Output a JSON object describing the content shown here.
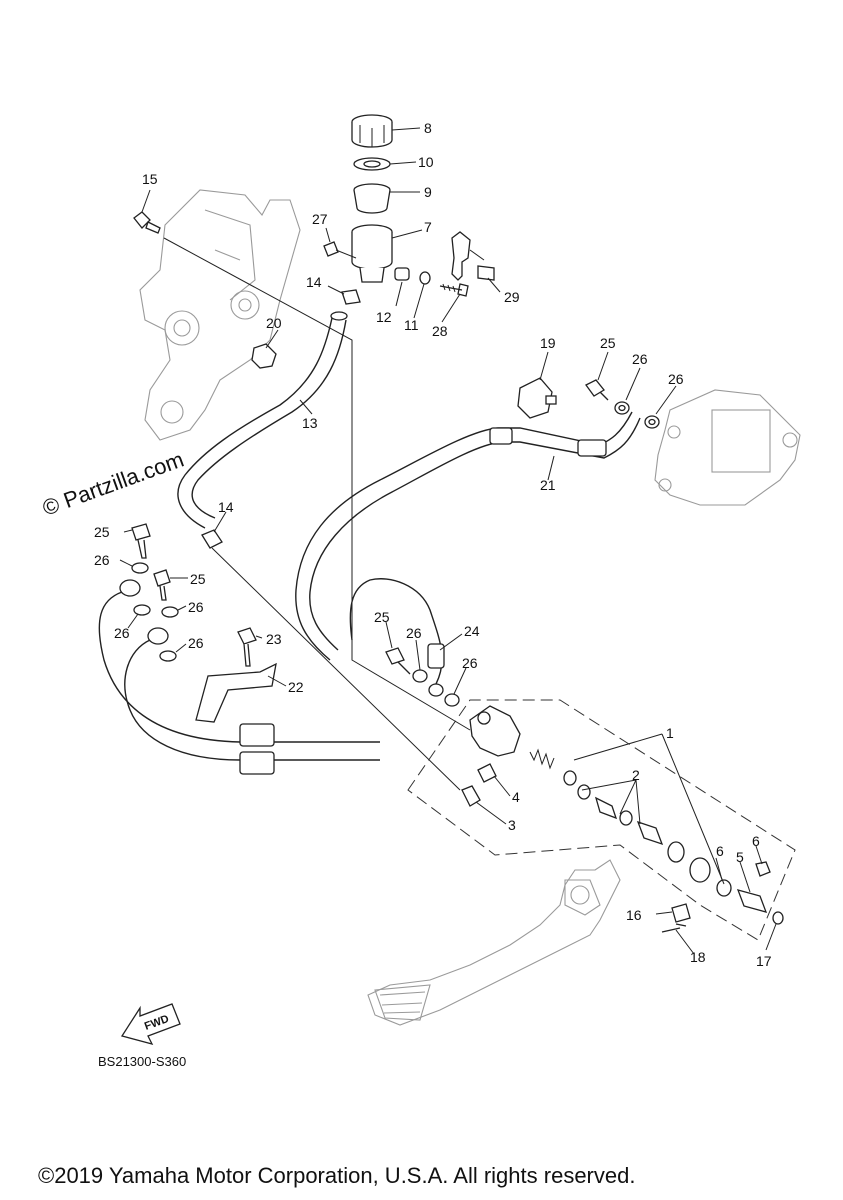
{
  "watermark": "© Partzilla.com",
  "diagram_code": "BS21300-S360",
  "fwd_label": "FWD",
  "copyright": "©2019 Yamaha Motor Corporation, U.S.A. All rights reserved.",
  "callouts": [
    {
      "id": "c8",
      "label": "8"
    },
    {
      "id": "c10",
      "label": "10"
    },
    {
      "id": "c9",
      "label": "9"
    },
    {
      "id": "c7",
      "label": "7"
    },
    {
      "id": "c27",
      "label": "27"
    },
    {
      "id": "c15",
      "label": "15"
    },
    {
      "id": "c14a",
      "label": "14"
    },
    {
      "id": "c12",
      "label": "12"
    },
    {
      "id": "c11",
      "label": "11"
    },
    {
      "id": "c28",
      "label": "28"
    },
    {
      "id": "c29",
      "label": "29"
    },
    {
      "id": "c20",
      "label": "20"
    },
    {
      "id": "c13",
      "label": "13"
    },
    {
      "id": "c19",
      "label": "19"
    },
    {
      "id": "c25a",
      "label": "25"
    },
    {
      "id": "c26a",
      "label": "26"
    },
    {
      "id": "c26b",
      "label": "26"
    },
    {
      "id": "c21",
      "label": "21"
    },
    {
      "id": "c14b",
      "label": "14"
    },
    {
      "id": "c25b",
      "label": "25"
    },
    {
      "id": "c26c",
      "label": "26"
    },
    {
      "id": "c25c",
      "label": "25"
    },
    {
      "id": "c26d",
      "label": "26"
    },
    {
      "id": "c26e",
      "label": "26"
    },
    {
      "id": "c26f",
      "label": "26"
    },
    {
      "id": "c23",
      "label": "23"
    },
    {
      "id": "c22",
      "label": "22"
    },
    {
      "id": "c25d",
      "label": "25"
    },
    {
      "id": "c26g",
      "label": "26"
    },
    {
      "id": "c24",
      "label": "24"
    },
    {
      "id": "c26h",
      "label": "26"
    },
    {
      "id": "c1",
      "label": "1"
    },
    {
      "id": "c2",
      "label": "2"
    },
    {
      "id": "c4",
      "label": "4"
    },
    {
      "id": "c3",
      "label": "3"
    },
    {
      "id": "c6a",
      "label": "6"
    },
    {
      "id": "c5",
      "label": "5"
    },
    {
      "id": "c6b",
      "label": "6"
    },
    {
      "id": "c16",
      "label": "16"
    },
    {
      "id": "c18",
      "label": "18"
    },
    {
      "id": "c17",
      "label": "17"
    }
  ]
}
